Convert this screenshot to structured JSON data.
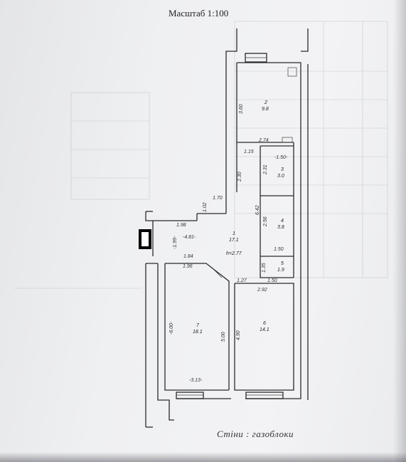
{
  "title": "Масштаб 1:100",
  "footer_note": "Стіни : газоблоки",
  "rooms": [
    {
      "number": "1",
      "area": "17.1"
    },
    {
      "number": "2",
      "area": "9.8"
    },
    {
      "number": "3",
      "area": "3.0"
    },
    {
      "number": "4",
      "area": "3.8"
    },
    {
      "number": "5",
      "area": "1.9"
    },
    {
      "number": "6",
      "area": "14.1"
    },
    {
      "number": "7",
      "area": "18.1"
    }
  ],
  "ceiling_height": "h=2.77",
  "dimensions": {
    "d360": "3.60",
    "d274": "2.74",
    "d115": "1.15",
    "d150a": "-1.50-",
    "d230": "2.30",
    "d231": "2.31",
    "d170": "1.70",
    "d102": "1.02",
    "d642": "6.42",
    "d256": "2.56",
    "d198": "1.98",
    "d199": "-1.99-",
    "d481": "-4.81-",
    "d150b": "1.50",
    "d184": "1.84",
    "d196": "1.96",
    "d135": "1.35",
    "d127": "1.27",
    "d150c": "1.50",
    "d292": "2.92",
    "d600": "-6.00-",
    "d500": "5.00",
    "d490": "4.90",
    "d313": "-3.13-"
  }
}
